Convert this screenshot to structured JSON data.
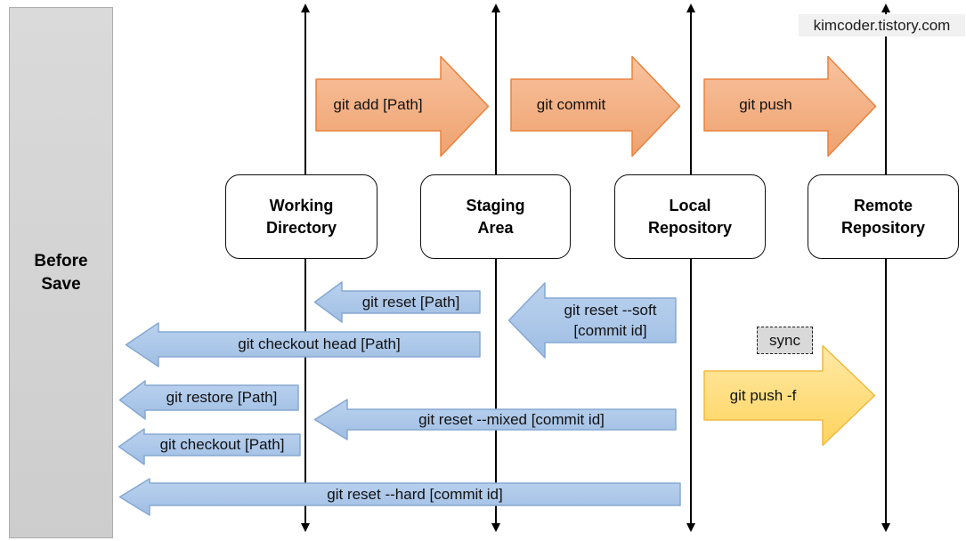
{
  "watermark": "kimcoder.tistory.com",
  "sidebar": {
    "line1": "Before",
    "line2": "Save"
  },
  "stages": [
    {
      "line1": "Working",
      "line2": "Directory"
    },
    {
      "line1": "Staging",
      "line2": "Area"
    },
    {
      "line1": "Local",
      "line2": "Repository"
    },
    {
      "line1": "Remote",
      "line2": "Repository"
    }
  ],
  "forward_arrows": [
    {
      "label": "git add [Path]"
    },
    {
      "label": "git commit"
    },
    {
      "label": "git push"
    }
  ],
  "undo_arrows": [
    {
      "label": "git reset [Path]"
    },
    {
      "label": "git checkout head [Path]"
    },
    {
      "line1": "git reset --soft",
      "line2": "[commit id]"
    },
    {
      "label": "git restore [Path]"
    },
    {
      "label": "git reset --mixed [commit id]"
    },
    {
      "label": "git checkout [Path]"
    },
    {
      "label": "git reset --hard [commit id]"
    }
  ],
  "force_arrow": {
    "label": "git push -f",
    "tag": "sync"
  },
  "colors": {
    "forward_fill_top": "#F8C29E",
    "forward_fill_bottom": "#EFA26F",
    "forward_border": "#E8823D",
    "undo_fill_top": "#BBD2EE",
    "undo_fill_bottom": "#9FBEE4",
    "undo_border": "#85A8D2",
    "force_fill_top": "#FFE9A6",
    "force_fill_bottom": "#FFD45E",
    "force_border": "#F0B93F",
    "sync_fill": "#D9D9D9",
    "panel_fill": "#D4D4D4"
  }
}
